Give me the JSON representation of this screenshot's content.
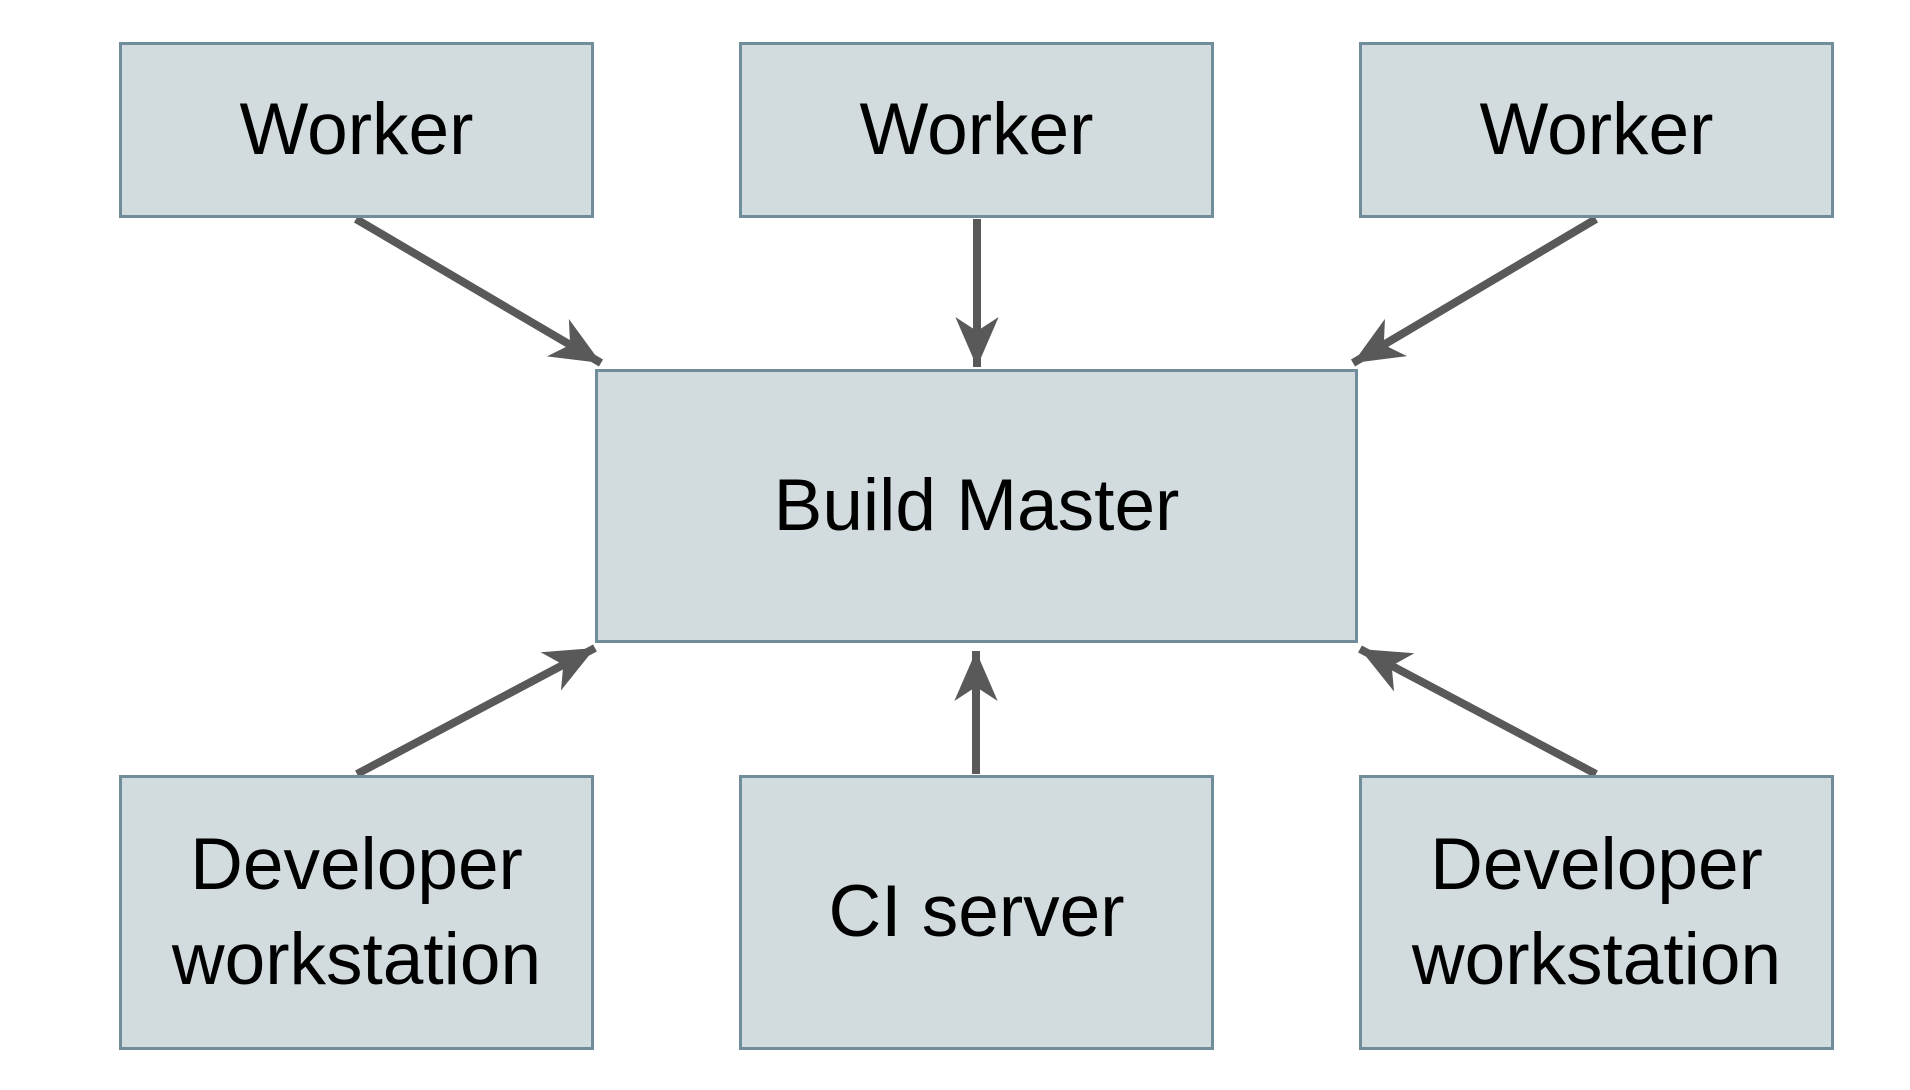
{
  "diagram": {
    "type": "architecture-diagram",
    "nodes": {
      "worker1": {
        "label": "Worker"
      },
      "worker2": {
        "label": "Worker"
      },
      "worker3": {
        "label": "Worker"
      },
      "buildMaster": {
        "label": "Build Master"
      },
      "devWorkstationLeft": {
        "label": "Developer workstation"
      },
      "ciServer": {
        "label": "CI server"
      },
      "devWorkstationRight": {
        "label": "Developer workstation"
      }
    },
    "edges": [
      {
        "from": "worker1",
        "to": "buildMaster"
      },
      {
        "from": "worker2",
        "to": "buildMaster"
      },
      {
        "from": "worker3",
        "to": "buildMaster"
      },
      {
        "from": "devWorkstationLeft",
        "to": "buildMaster"
      },
      {
        "from": "ciServer",
        "to": "buildMaster"
      },
      {
        "from": "devWorkstationRight",
        "to": "buildMaster"
      }
    ],
    "colors": {
      "node_fill": "#d2dbde",
      "node_border": "#6f8d9b",
      "arrow": "#595959",
      "text": "#000000",
      "background": "#ffffff"
    }
  }
}
